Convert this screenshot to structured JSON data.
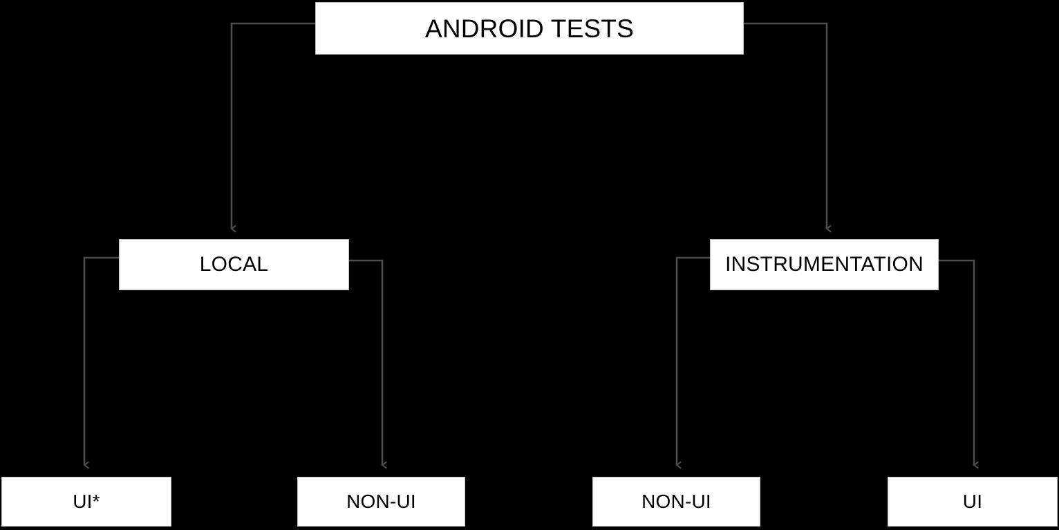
{
  "diagram": {
    "title": "Android Tests taxonomy tree",
    "background_color": "#000000",
    "node_fill_color": "#ffffff",
    "node_border_color": "#bfbfbf",
    "node_text_color": "#000000",
    "edge_color": "#4d4d4d",
    "nodes": {
      "root": {
        "label": "ANDROID TESTS"
      },
      "local": {
        "label": "LOCAL"
      },
      "instrumentation": {
        "label": "INSTRUMENTATION"
      },
      "local_ui": {
        "label": "UI*"
      },
      "local_non_ui": {
        "label": "NON-UI"
      },
      "instrumentation_non_ui": {
        "label": "NON-UI"
      },
      "instrumentation_ui": {
        "label": "UI"
      }
    },
    "edges": [
      {
        "from": "root",
        "to": "local",
        "style": "solid",
        "arrow": "open-v"
      },
      {
        "from": "root",
        "to": "instrumentation",
        "style": "solid",
        "arrow": "open-v"
      },
      {
        "from": "local",
        "to": "local_ui",
        "style": "solid",
        "arrow": "open-v"
      },
      {
        "from": "local",
        "to": "local_non_ui",
        "style": "solid",
        "arrow": "open-v"
      },
      {
        "from": "instrumentation",
        "to": "instrumentation_non_ui",
        "style": "solid",
        "arrow": "open-v"
      },
      {
        "from": "instrumentation",
        "to": "instrumentation_ui",
        "style": "solid",
        "arrow": "open-v"
      }
    ]
  }
}
